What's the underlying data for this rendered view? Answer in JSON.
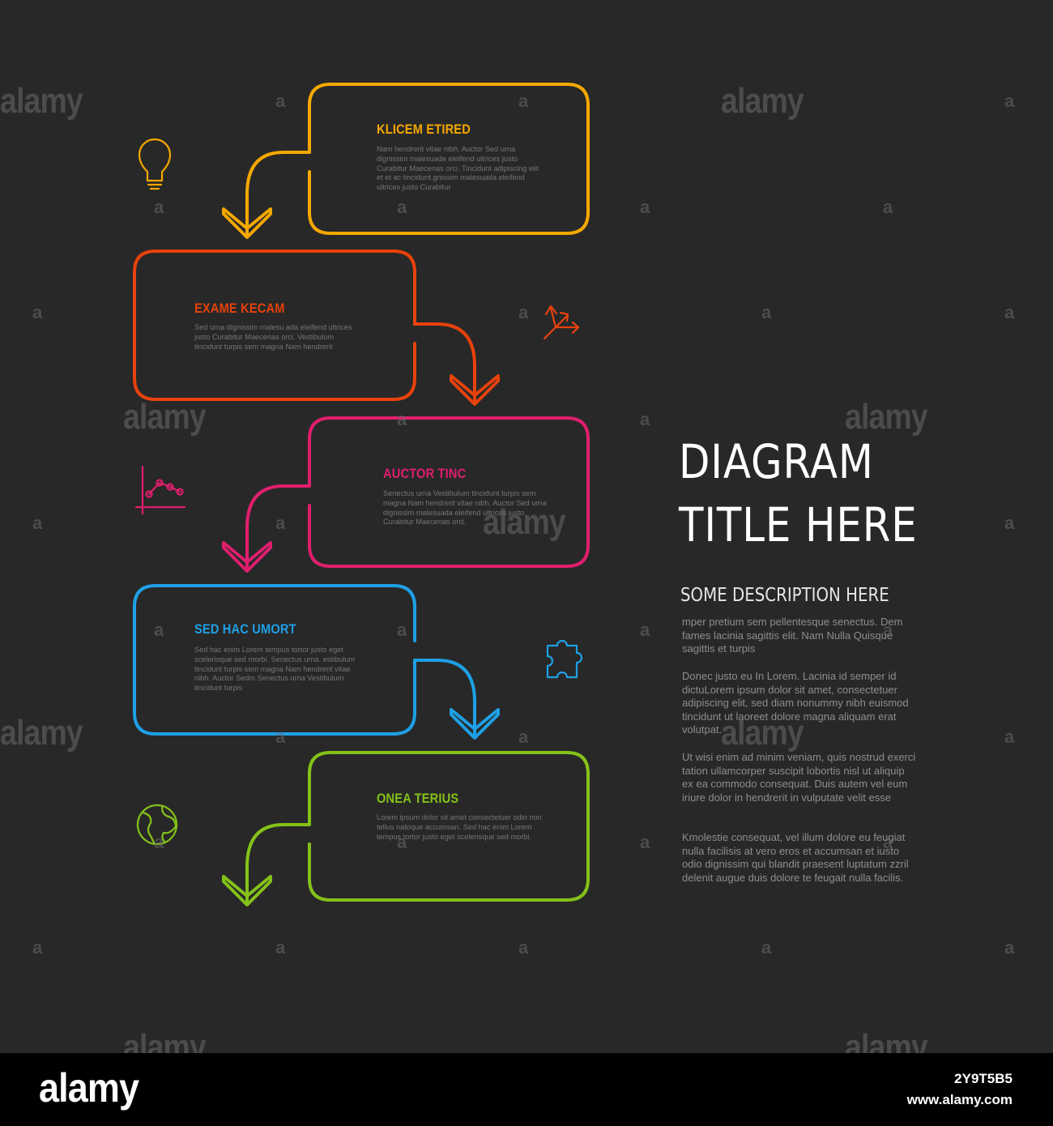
{
  "colors": {
    "background": "#282828",
    "yellow": "#f5a800",
    "orange": "#e8420c",
    "pink": "#e01e6e",
    "blue": "#1ea0e6",
    "green": "#84c219"
  },
  "steps": [
    {
      "title": "KLICEM ETIRED",
      "text": "Nam hendrerit vitae nibh. Auctor Sed urna dignissim malesuada eleifend ultrices justo Curabitur Maecenas orci. Tincidunt adipiscing elit et et ac tincidunt.gnissim malesuada eleifend ultrices justo Curabitur",
      "icon": "lightbulb-icon",
      "color": "#f5a800"
    },
    {
      "title": "EXAME KECAM",
      "text": "Sed urna dignissim malesu ada eleifend ultrices justo Curabitur Maecenas orci. Vestibulum tincidunt turpis sem magna Nam hendrerit",
      "icon": "arrows-split-icon",
      "color": "#e8420c"
    },
    {
      "title": "AUCTOR TINC",
      "text": "Senectus urna Vestibulum tincidunt turpis sem magna Nam hendrerit vitae nibh. Auctor Sed urna dignissim malesuada eleifend ultrices justo Curabitur Maecenas orci.",
      "icon": "line-chart-icon",
      "color": "#e01e6e"
    },
    {
      "title": "SED HAC UMORT",
      "text": "Sed hac enim Lorem tempus tortor justo eget scelerisque sed morbi. Senectus urna. estibulum tincidunt turpis sem magna Nam hendrerit vitae nibh. Auctor Sedm Senectus urna Vestibulum tincidunt turpis",
      "icon": "puzzle-icon",
      "color": "#1ea0e6"
    },
    {
      "title": "ONEA TERIUS",
      "text": "Lorem ipsum dolor sit amet consectetuer odio non tellus natoque accumsan. Sed hac enim Lorem tempus tortor justo eget scelerisque sed morbi.",
      "icon": "globe-icon",
      "color": "#84c219"
    }
  ],
  "title_line1": "DIAGRAM",
  "title_line2": "TITLE HERE",
  "subtitle": "SOME DESCRIPTION HERE",
  "paragraphs": [
    "mper pretium sem pellentesque senectus. Dem fames lacinia sagittis elit. Nam Nulla Quisque sagittis et turpis",
    "Donec justo eu In Lorem. Lacinia id semper id dictuLorem ipsum dolor sit amet, consectetuer adipiscing elit, sed diam nonummy nibh euismod tincidunt ut laoreet dolore magna aliquam erat volutpat.",
    "Ut wisi enim ad minim veniam, quis nostrud exerci tation ullamcorper suscipit lobortis nisl ut aliquip ex ea commodo consequat. Duis autem vel eum iriure dolor in hendrerit in vulputate velit esse",
    "Kmolestie consequat, vel illum dolore eu feugiat nulla facilisis at vero eros et accumsan et iusto odio dignissim qui blandit praesent luptatum zzril delenit augue duis dolore te feugait nulla facilis."
  ],
  "watermark": "alamy",
  "watermark_small": "a",
  "footer": {
    "logo": "alamy",
    "image_id": "2Y9T5B5",
    "url": "www.alamy.com"
  }
}
